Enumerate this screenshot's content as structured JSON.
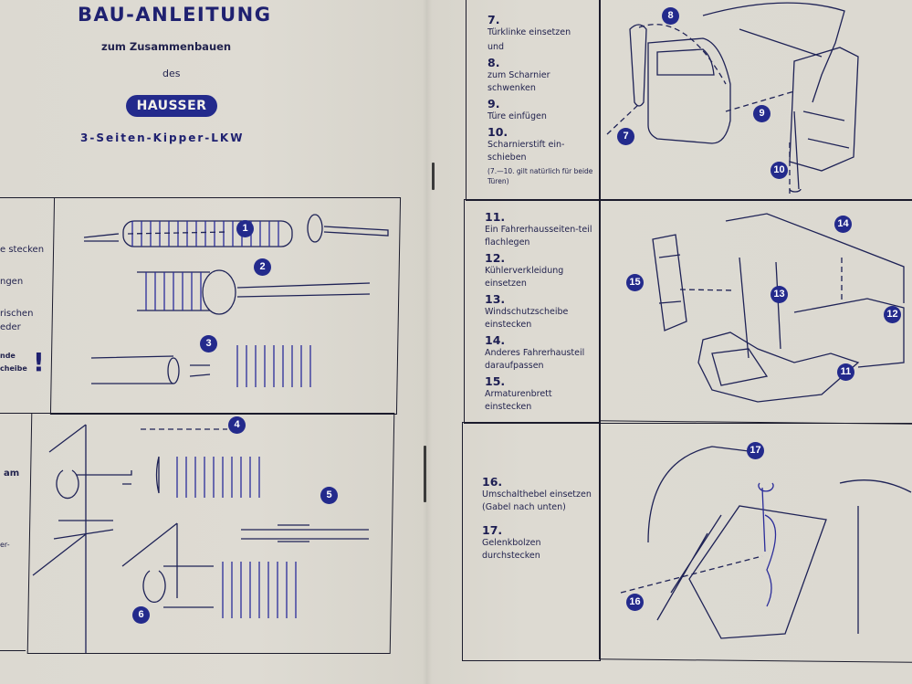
{
  "document": {
    "left_page": {
      "title": "BAU-ANLEITUNG",
      "subtitle": "zum Zusammenbauen",
      "article": "des",
      "brand_logo": "HAUSSER",
      "model": "3-Seiten-Kipper-LKW",
      "cut_off_text_top": [
        "e stecken",
        "ngen",
        "rischen",
        "eder",
        "nde",
        "cheibe"
      ],
      "cut_off_text_bottom": [
        "am",
        "er-"
      ],
      "exclamation": "!",
      "panel_a_badges": [
        "1",
        "2",
        "3"
      ],
      "panel_b_badges": [
        "4",
        "5",
        "6"
      ]
    },
    "right_page": {
      "steps_block_1": [
        {
          "num": "7.",
          "text": "Türklinke einsetzen"
        },
        {
          "num": "",
          "text": "und"
        },
        {
          "num": "8.",
          "text": "zum Scharnier schwenken"
        },
        {
          "num": "9.",
          "text": "Türe einfügen"
        },
        {
          "num": "10.",
          "text": "Scharnierstift ein-schieben"
        }
      ],
      "steps_block_1_note": "(7.—10. gilt natürlich für beide Türen)",
      "steps_block_2": [
        {
          "num": "11.",
          "text": "Ein Fahrerhausseiten-teil flachlegen"
        },
        {
          "num": "12.",
          "text": "Kühlerverkleidung einsetzen"
        },
        {
          "num": "13.",
          "text": "Windschutzscheibe einstecken"
        },
        {
          "num": "14.",
          "text": "Anderes Fahrerhausteil daraufpassen"
        },
        {
          "num": "15.",
          "text": "Armaturenbrett einstecken"
        }
      ],
      "steps_block_3": [
        {
          "num": "16.",
          "text": "Umschalthebel einsetzen (Gabel nach unten)"
        },
        {
          "num": "17.",
          "text": "Gelenkbolzen durchstecken"
        }
      ],
      "ill_1_badges": [
        "7",
        "8",
        "9",
        "10"
      ],
      "ill_2_badges": [
        "11",
        "12",
        "13",
        "14",
        "15"
      ],
      "ill_3_badges": [
        "16",
        "17"
      ]
    },
    "colors": {
      "ink_blue": "#232a8c",
      "paper": "#dcd9d1",
      "line": "#1b1b2c"
    }
  }
}
